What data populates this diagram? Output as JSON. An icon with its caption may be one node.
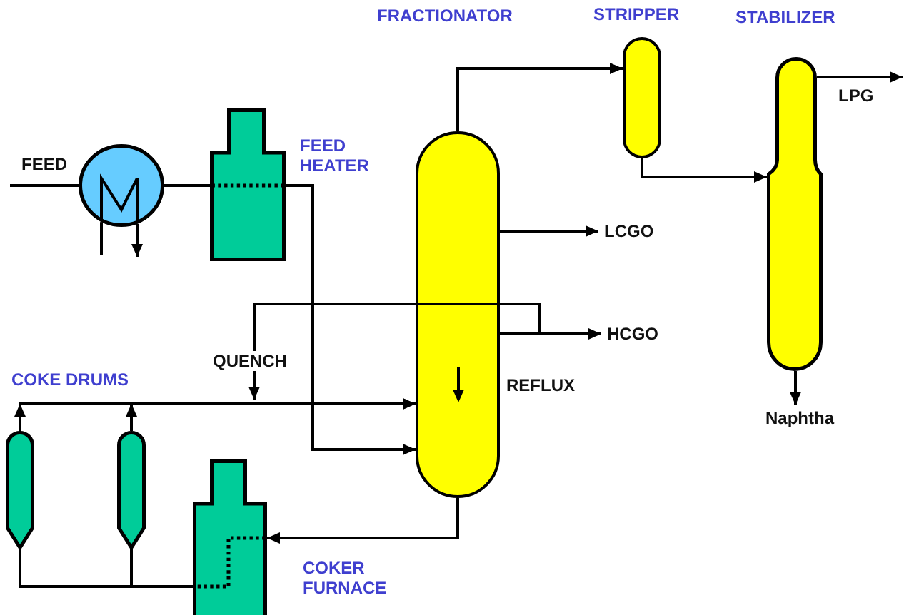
{
  "diagram": {
    "nodes": [
      {
        "text": [],
        "shape": "cylinder",
        "beside": [
          "REFLUX"
        ]
      },
      {
        "text": [
          "STRIPPER"
        ]
      },
      {
        "text": [
          "STABILIZER"
        ]
      },
      {
        "text": [],
        "shape": "circle"
      },
      {
        "text": [
          "FEED HEATER"
        ]
      },
      {
        "text": [
          "LCGO"
        ]
      },
      {
        "text": [
          "HCGO"
        ]
      },
      {
        "text": [
          "Naphtha"
        ]
      },
      {
        "text": [],
        "shape": "vessel"
      },
      {
        "text": [],
        "shape": "vessel"
      },
      {
        "text": [
          "COKER FURNACE"
        ]
      }
    ],
    "edges": [
      {
        "from": null,
        "to": 3,
        "arrow": "none",
        "label": "FEED"
      },
      {
        "from": null,
        "to": 3,
        "arrow": "none"
      },
      {
        "from": 3,
        "to": null,
        "arrow": "to"
      },
      {
        "from": 3,
        "to": 4,
        "arrow": "none"
      },
      {
        "from": 4,
        "to": 0,
        "arrow": "to"
      },
      {
        "from": 0,
        "to": 1,
        "arrow": "to"
      },
      {
        "from": 1,
        "to": 2,
        "arrow": "to"
      },
      {
        "from": 2,
        "to": null,
        "arrow": "to",
        "label": "LPG"
      },
      {
        "from": 0,
        "to": 5,
        "arrow": "to"
      },
      {
        "from": 0,
        "to": 6,
        "arrow": "to"
      },
      {
        "from": 0,
        "to": null,
        "arrow": "to",
        "label": "QUENCH"
      },
      {
        "from": 2,
        "to": 7,
        "arrow": "to"
      },
      {
        "from": 8,
        "to": 0,
        "arrow": "to"
      },
      {
        "from": 9,
        "to": 0,
        "arrow": "to"
      },
      {
        "from": 0,
        "to": 10,
        "arrow": "to"
      },
      {
        "from": 10,
        "to": 8,
        "arrow": "none"
      },
      {
        "from": 10,
        "to": 9,
        "arrow": "none"
      }
    ],
    "labels": [
      "FRACTIONATOR",
      "COKE DRUMS"
    ]
  }
}
